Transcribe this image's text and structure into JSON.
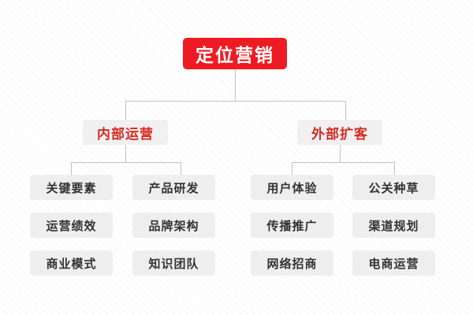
{
  "diagram": {
    "title": "定位营销",
    "type": "organization-tree",
    "colors": {
      "root_background": "#ee1c22",
      "root_text": "#ffffff",
      "branch_background": "#f0f0f0",
      "branch_text": "#d42b21",
      "leaf_background": "#eeeeee",
      "leaf_text": "#333333",
      "connector_line": "#c2c2c2",
      "page_background": "#ffffff"
    },
    "root": {
      "label": "定位营销"
    },
    "branches": [
      {
        "label": "内部运营",
        "columns": [
          {
            "items": [
              "关键要素",
              "运营绩效",
              "商业模式"
            ]
          },
          {
            "items": [
              "产品研发",
              "品牌架构",
              "知识团队"
            ]
          }
        ]
      },
      {
        "label": "外部扩客",
        "columns": [
          {
            "items": [
              "用户体验",
              "传播推广",
              "网络招商"
            ]
          },
          {
            "items": [
              "公关种草",
              "渠道规划",
              "电商运营"
            ]
          }
        ]
      }
    ]
  }
}
